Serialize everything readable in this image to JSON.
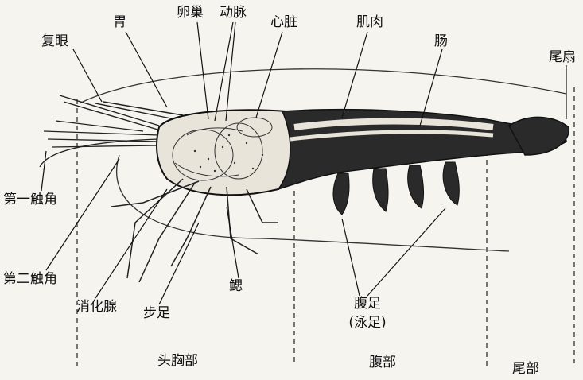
{
  "labels": {
    "compound_eye": "复眼",
    "stomach": "胃",
    "ovary": "卵巢",
    "artery": "动脉",
    "heart": "心脏",
    "muscle": "肌肉",
    "intestine": "肠",
    "tail_fan": "尾扇",
    "first_antenna": "第一触角",
    "second_antenna": "第二触角",
    "digestive_gland": "消化腺",
    "walking_legs": "步足",
    "gill": "鳃",
    "pleopods": "腹足",
    "pleopods_alt": "(泳足)"
  },
  "sections": {
    "cephalothorax": "头胸部",
    "abdomen": "腹部",
    "tail": "尾部"
  },
  "colors": {
    "ink": "#111111",
    "background": "#f6f4ef",
    "body_fill": "#2a2a2a",
    "organ_fill": "#e8e4da"
  }
}
